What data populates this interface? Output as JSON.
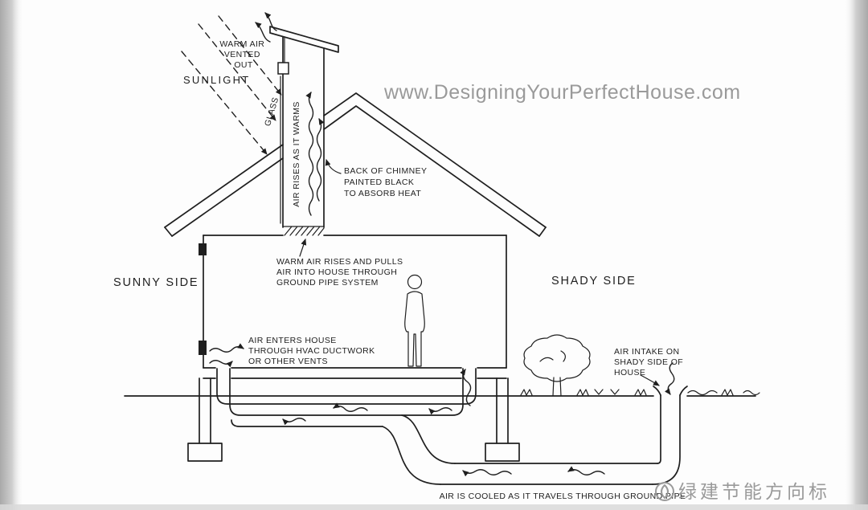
{
  "diagram": {
    "watermark": "www.DesigningYourPerfectHouse.com",
    "cn_watermark": "绿建节能方向标",
    "labels": {
      "sunlight": "SUNLIGHT",
      "sunny_side": "SUNNY SIDE",
      "shady_side": "SHADY SIDE",
      "glass": "GLASS",
      "air_rises": "AIR RISES AS IT WARMS",
      "air_cooled": "AIR IS COOLED AS IT TRAVELS THROUGH GROUND PIPE"
    },
    "annotations": {
      "warm_air_vented": {
        "lines": [
          "WARM AIR",
          "VENTED",
          "OUT"
        ]
      },
      "back_of_chimney": {
        "lines": [
          "BACK OF CHIMNEY",
          "PAINTED BLACK",
          "TO ABSORB HEAT"
        ]
      },
      "warm_air_rises": {
        "lines": [
          "WARM AIR RISES AND PULLS",
          "AIR INTO HOUSE THROUGH",
          "GROUND PIPE SYSTEM"
        ]
      },
      "air_enters": {
        "lines": [
          "AIR ENTERS HOUSE",
          "THROUGH HVAC DUCTWORK",
          "OR OTHER VENTS"
        ]
      },
      "air_intake": {
        "lines": [
          "AIR INTAKE ON",
          "SHADY SIDE OF",
          "HOUSE"
        ]
      }
    },
    "colors": {
      "line": "#1f1f1f",
      "watermark": "#9a9a9a",
      "background": "#fdfdfd",
      "edge": "#bdbdbd"
    }
  }
}
